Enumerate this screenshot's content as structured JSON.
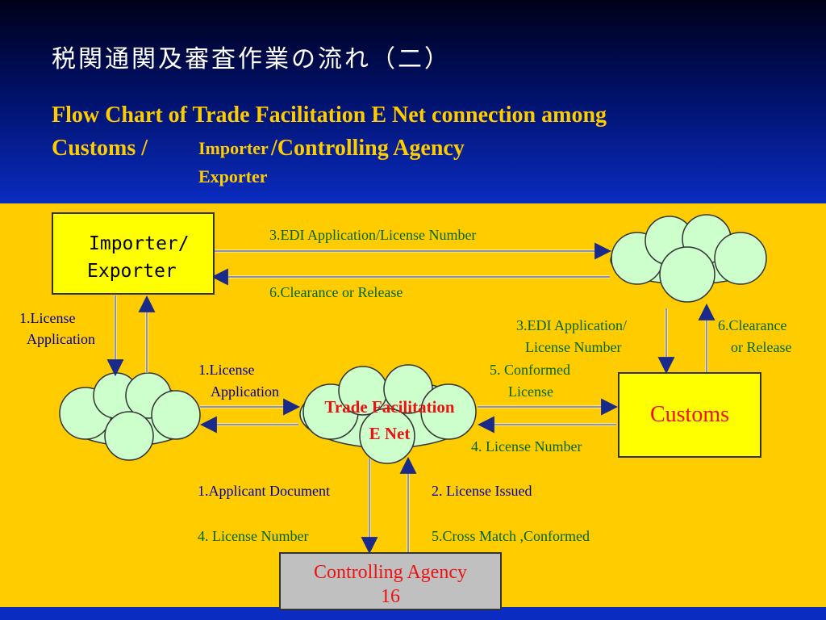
{
  "header": {
    "jp_title": "税関通関及審査作業の流れ（二）",
    "en_title_line1": "Flow Chart of Trade Facilitation E Net connection among",
    "en_title_line2_a": "Customs /",
    "en_title_line2_b": "/Controlling Agency",
    "en_sub_line1": "Importer",
    "en_sub_line2": "Exporter"
  },
  "nodes": {
    "importer_exporter": {
      "line1": "Importer/",
      "line2": "Exporter"
    },
    "trade_net": {
      "line1": "Trade Facilitation",
      "line2": "E Net"
    },
    "customs": "Customs",
    "agency": {
      "line1": "Controlling Agency",
      "line2": "16"
    }
  },
  "labels": {
    "edi_top": "3.EDI Application/License Number",
    "clearance_top": "6.Clearance or Release",
    "license_app_left_1": "1.License",
    "license_app_left_2": "Application",
    "edi_right_1": "3.EDI Application/",
    "edi_right_2": "License Number",
    "clearance_right_1": "6.Clearance",
    "clearance_right_2": "or Release",
    "license_app_mid_1": "1.License",
    "license_app_mid_2": "Application",
    "conformed_1": "5. Conformed",
    "conformed_2": "License",
    "license_number_right": "4. License Number",
    "applicant_document": "1.Applicant Document",
    "license_issued": "2. License Issued",
    "license_number_bottom": "4. License Number",
    "cross_match": "5.Cross Match ,Conformed"
  },
  "colors": {
    "background_top": "#001066",
    "background_main": "#ffcc00",
    "box_yellow": "#ffff00",
    "cloud": "#ccffcc",
    "arrow": "#1a2a8a",
    "label_green": "#006600",
    "label_blue": "#000099",
    "red_text": "#ee1111"
  }
}
